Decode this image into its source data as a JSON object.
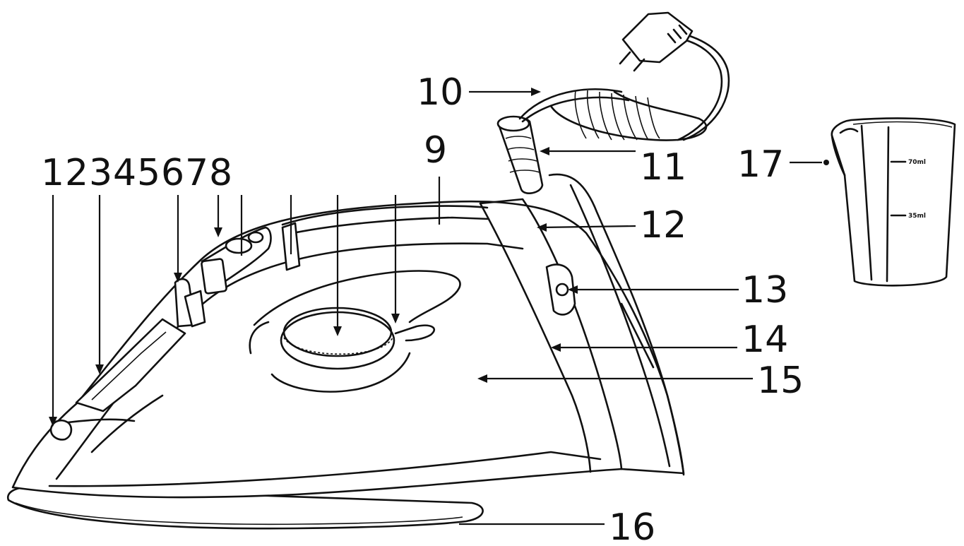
{
  "diagram": {
    "labels": {
      "l1": "1",
      "l2": "2",
      "l3": "3",
      "l4": "4",
      "l5": "5",
      "l6": "6",
      "l7": "7",
      "l8": "8",
      "l9": "9",
      "l10": "10",
      "l11": "11",
      "l12": "12",
      "l13": "13",
      "l14": "14",
      "l15": "15",
      "l16": "16",
      "l17": "17"
    },
    "cup_marks": {
      "upper": "70ml",
      "lower": "35ml"
    }
  }
}
